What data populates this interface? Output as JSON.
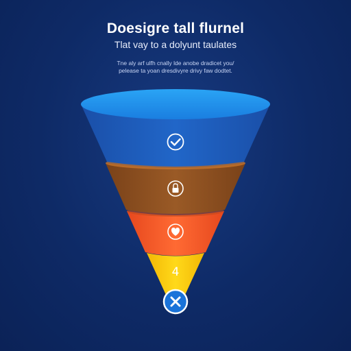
{
  "header": {
    "title": "Doesigre tall flurnel",
    "subtitle": "Tlat vay to a dolyunt taulates",
    "description_lines": [
      "Tne aly arf ulfh cnally lde anobe dradicet you/",
      "pelease ta yoan dresdivyre drivy faw dodtet."
    ]
  },
  "funnel": {
    "stages": [
      {
        "name": "stage-1",
        "color": "#1e5fc0",
        "icon": "checkmark-icon",
        "label": ""
      },
      {
        "name": "stage-2",
        "color": "#8a4d20",
        "icon": "lock-icon",
        "label": ""
      },
      {
        "name": "stage-3",
        "color": "#f0592a",
        "icon": "heart-check-icon",
        "label": ""
      },
      {
        "name": "stage-4",
        "color": "#f6c90e",
        "icon": "",
        "label": "4"
      }
    ],
    "close_button": {
      "icon": "close-icon",
      "color": "#1a73d9"
    }
  }
}
